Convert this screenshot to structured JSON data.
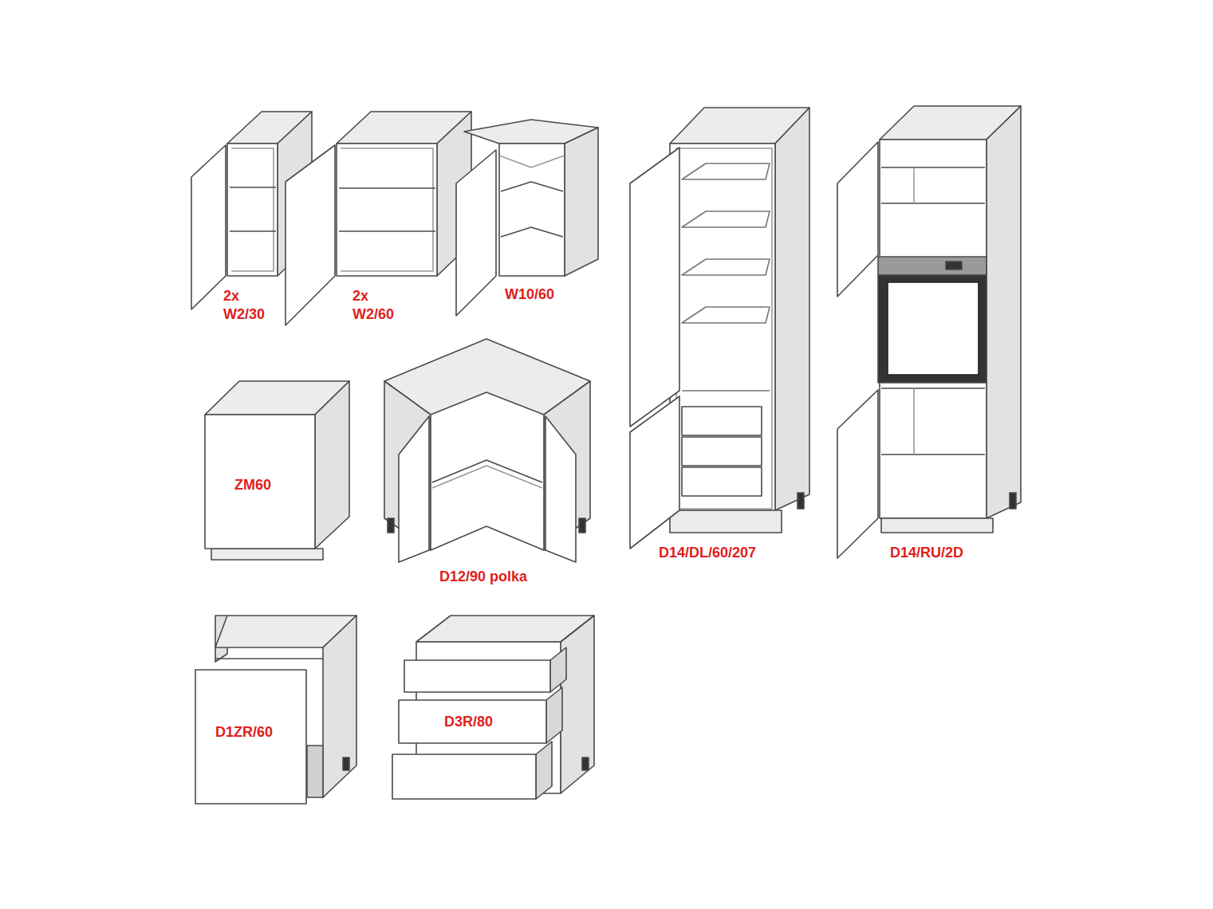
{
  "diagram": {
    "labels": [
      "2x W2/30",
      "2x W2/60",
      "W10/60",
      "D14/DL/60/207",
      "D14/RU/2D",
      "ZM60",
      "D12/90 polka",
      "D1ZR/60",
      "D3R/80"
    ]
  }
}
